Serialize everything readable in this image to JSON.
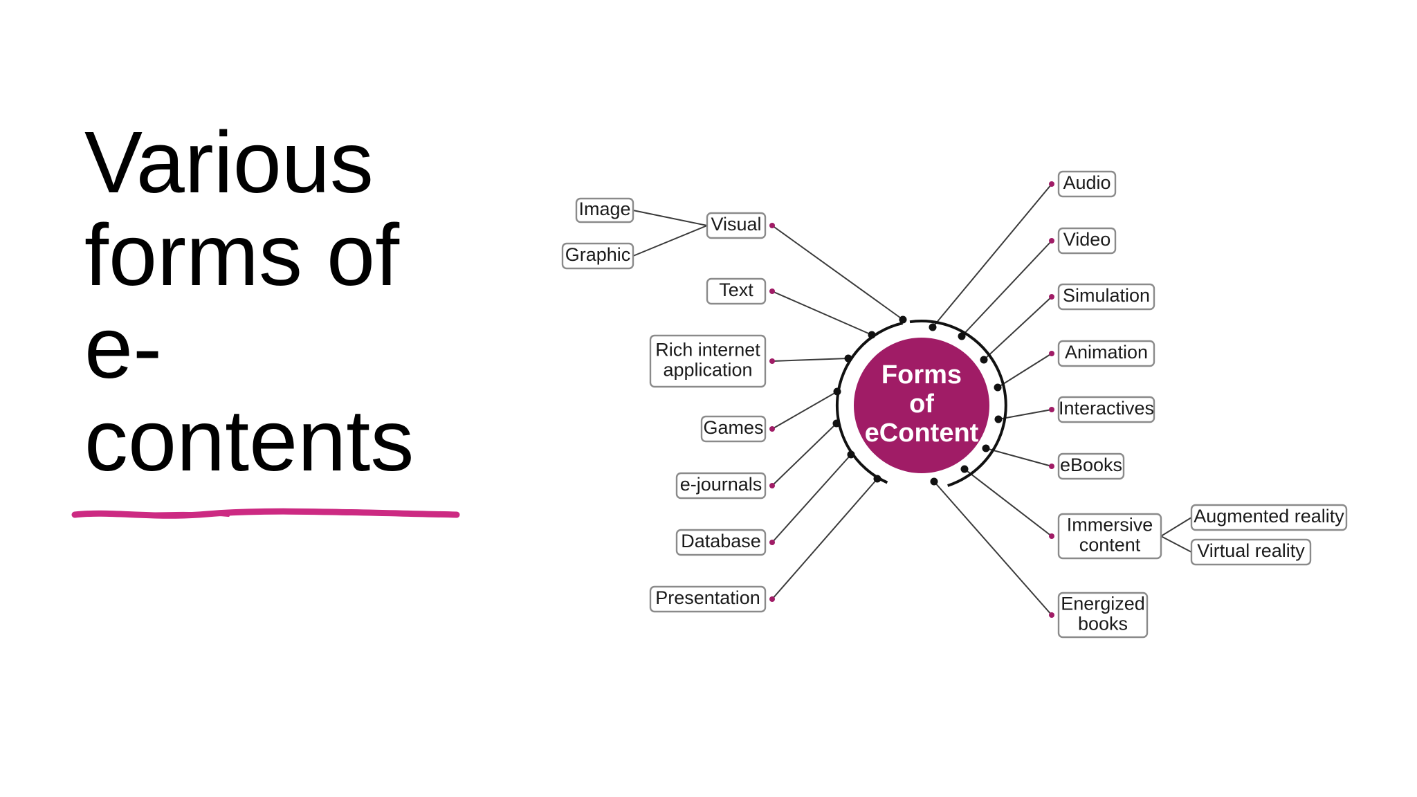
{
  "slide": {
    "title": "Various\nforms of\ne-\ncontents",
    "underline_color": "#cc2a82"
  },
  "diagram": {
    "hub": {
      "lines": [
        "Forms",
        "of",
        "eContent"
      ],
      "color": "#a01c66"
    },
    "nodes": {
      "image": "Image",
      "graphic": "Graphic",
      "visual": "Visual",
      "text": "Text",
      "rich_internet_application": [
        "Rich internet",
        "application"
      ],
      "games": "Games",
      "e_journals": "e-journals",
      "database": "Database",
      "presentation": "Presentation",
      "audio": "Audio",
      "video": "Video",
      "simulation": "Simulation",
      "animation": "Animation",
      "interactives": "Interactives",
      "ebooks": "eBooks",
      "immersive_content": [
        "Immersive",
        "content"
      ],
      "augmented_reality": "Augmented reality",
      "virtual_reality": "Virtual reality",
      "energized_books": [
        "Energized",
        "books"
      ]
    },
    "colors": {
      "connector_dot": "#a01c66",
      "line": "#3a3a3a",
      "box_border": "#8a8a8a"
    }
  }
}
